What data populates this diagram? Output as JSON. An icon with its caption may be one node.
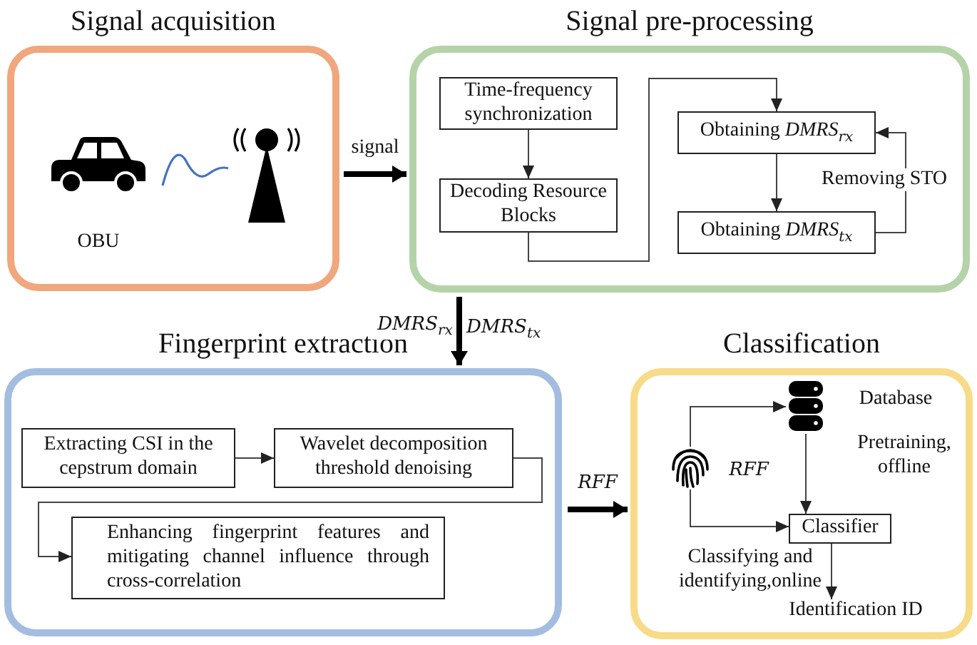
{
  "diagram": {
    "nodes": [
      {
        "text": [
          "Signal acquisition"
        ]
      },
      {
        "text": [
          "OBU"
        ],
        "in": 0
      },
      {
        "text": [],
        "shape": "picture",
        "in": 0
      },
      {
        "text": [
          "Signal pre-processing"
        ]
      },
      {
        "text": [
          "Time-frequency synchronization"
        ],
        "in": 3
      },
      {
        "text": [
          "Decoding Resource Blocks"
        ],
        "in": 3
      },
      {
        "text": [
          "Obtaining *DMRS*$_{rx}$"
        ],
        "in": 3
      },
      {
        "text": [
          "Obtaining *DMRS*$_{tx}$"
        ],
        "in": 3
      },
      {
        "text": [
          "Fingerprint extraction"
        ]
      },
      {
        "text": [
          "Extracting CSI in the cepstrum domain"
        ],
        "in": 8
      },
      {
        "text": [
          "Wavelet decomposition threshold denoising"
        ],
        "in": 8
      },
      {
        "text": [
          "Enhancing fingerprint features and mitigating channel influence through cross-correlation"
        ],
        "in": 8
      },
      {
        "text": [
          "Classification"
        ]
      },
      {
        "text": [],
        "shape": "cylinder",
        "beside": [
          "Database"
        ],
        "in": 12
      },
      {
        "text": [],
        "shape": "picture",
        "beside": [
          "RFF"
        ],
        "in": 12
      },
      {
        "text": [
          "Classifier"
        ],
        "in": 12
      },
      {
        "text": [
          "Identification ID"
        ],
        "in": 12
      }
    ],
    "edges": [
      {
        "from": 0,
        "to": 3,
        "arrow": "to",
        "label": "signal",
        "style": "thick"
      },
      {
        "from": 4,
        "to": 5,
        "arrow": "to"
      },
      {
        "from": 5,
        "to": 6,
        "arrow": "to"
      },
      {
        "from": 6,
        "to": 7,
        "arrow": "to"
      },
      {
        "from": 7,
        "to": 6,
        "arrow": "to",
        "label": "Removing STO"
      },
      {
        "from": 3,
        "to": 8,
        "arrow": "to",
        "label": "DMRS$_{rx}$",
        "style": "thick"
      },
      {
        "from": 9,
        "to": 10,
        "arrow": "to"
      },
      {
        "from": 10,
        "to": 11,
        "arrow": "to"
      },
      {
        "from": 8,
        "to": 12,
        "arrow": "to",
        "label": "RFF",
        "style": "thick"
      },
      {
        "from": 14,
        "to": 13,
        "arrow": "to"
      },
      {
        "from": 14,
        "to": 15,
        "arrow": "to"
      },
      {
        "from": 13,
        "to": 15,
        "arrow": "to"
      },
      {
        "from": 15,
        "to": 16,
        "arrow": "to"
      }
    ],
    "labels": [
      "DMRS$_{tx}$",
      "Pretraining, offline",
      "Classifying and identifying,online"
    ]
  }
}
